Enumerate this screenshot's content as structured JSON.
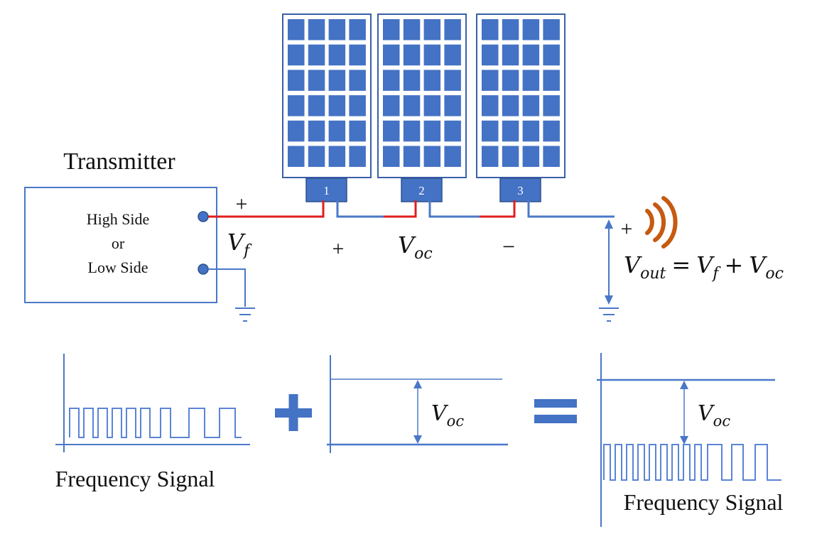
{
  "transmitter": {
    "title": "Transmitter",
    "line1": "High Side",
    "line2": "or",
    "line3": "Low Side"
  },
  "panels": [
    {
      "label": "1"
    },
    {
      "label": "2"
    },
    {
      "label": "3"
    }
  ],
  "circuit": {
    "vf_plus": "+",
    "vf_var": "V",
    "vf_sub": "f",
    "voc_plus": "+",
    "voc_minus": "−",
    "voc_var": "V",
    "voc_sub": "oc",
    "vout_plus": "+",
    "vout_var": "V",
    "vout_sub": "out",
    "eq": "=",
    "eq_vf_var": "V",
    "eq_vf_sub": "f",
    "eq_plus": "+",
    "eq_voc_var": "V",
    "eq_voc_sub": "oc"
  },
  "signals": {
    "left_caption": "Frequency Signal",
    "mid_var": "V",
    "mid_sub": "oc",
    "right_var": "V",
    "right_sub": "oc",
    "right_caption": "Frequency Signal"
  },
  "colors": {
    "panel_blue": "#4472c4",
    "wire_red": "#e01e1e",
    "wire_blue": "#4a78c8",
    "antenna": "#c55a11",
    "signal_line": "#5b84d6"
  }
}
